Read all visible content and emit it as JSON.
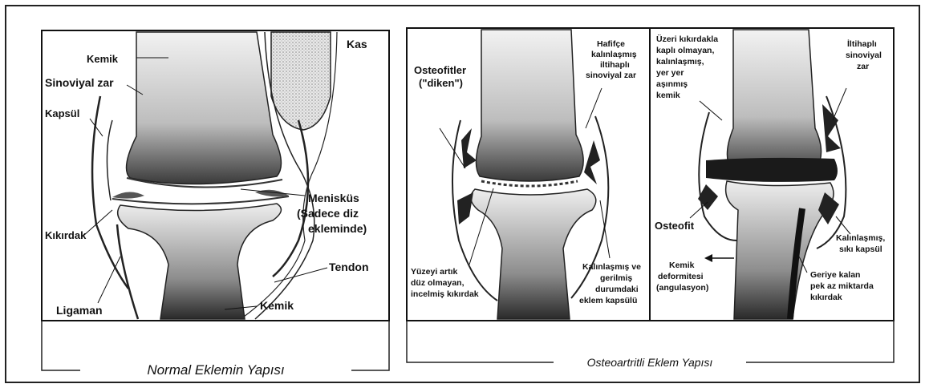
{
  "normal": {
    "caption": "Normal Eklemin Yapısı",
    "labels": {
      "kemik_top": "Kemik",
      "kas": "Kas",
      "sinoviyal_zar": "Sinoviyal zar",
      "kapsul": "Kapsül",
      "menisku_1": "Menisküs",
      "menisku_2": "(Sadece diz",
      "menisku_3": "ekleminde)",
      "kikirdak": "Kıkırdak",
      "tendon": "Tendon",
      "ligaman": "Ligaman",
      "kemik_bottom": "Kemik"
    }
  },
  "osteo": {
    "caption": "Osteoartritli Eklem Yapısı",
    "left": {
      "osteofitler_1": "Osteofitler",
      "osteofitler_2": "(\"diken\")",
      "hafifce_1": "Hafifçe",
      "hafifce_2": "kalınlaşmış",
      "hafifce_3": "iltihaplı",
      "hafifce_4": "sinoviyal zar",
      "yuzeyi_1": "Yüzeyi artık",
      "yuzeyi_2": "düz olmayan,",
      "yuzeyi_3": "incelmiş kıkırdak",
      "kalinlasmis_1": "Kalınlaşmış ve",
      "kalinlasmis_2": "gerilmiş",
      "kalinlasmis_3": "durumdaki",
      "kalinlasmis_4": "eklem kapsülü"
    },
    "right": {
      "uzeri_1": "Üzeri kıkırdakla",
      "uzeri_2": "kaplı olmayan,",
      "uzeri_3": "kalınlaşmış,",
      "uzeri_4": "yer yer",
      "uzeri_5": "aşınmış",
      "uzeri_6": "kemik",
      "iltihapli_1": "İltihaplı",
      "iltihapli_2": "sinoviyal",
      "iltihapli_3": "zar",
      "osteofit": "Osteofit",
      "kapsul_1": "Kalınlaşmış,",
      "kapsul_2": "sıkı kapsül",
      "deformite_1": "Kemik",
      "deformite_2": "deformitesi",
      "deformite_3": "(angulasyon)",
      "geriye_1": "Geriye kalan",
      "geriye_2": "pek az miktarda",
      "geriye_3": "kıkırdak"
    }
  }
}
